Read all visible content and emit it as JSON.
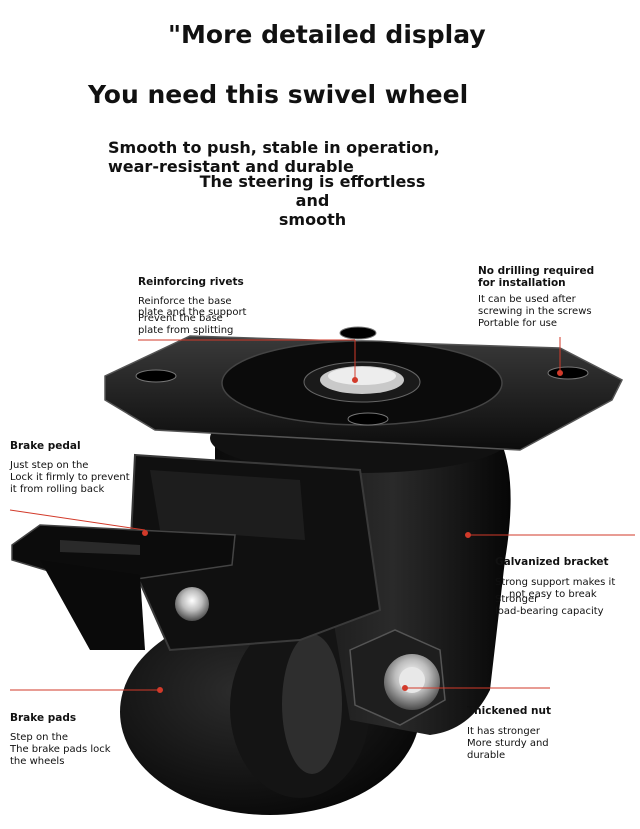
{
  "header": {
    "line1": "\"More detailed display",
    "line2": "You need this swivel wheel",
    "tagline1a": "Smooth to push, stable in operation,",
    "tagline1b": "wear-resistant and durable",
    "tagline2a": "The steering is effortless and",
    "tagline2b": "smooth"
  },
  "callouts": {
    "rivets": {
      "title": "Reinforcing rivets",
      "line1": "Reinforce the base",
      "line2": "plate and the support",
      "line3": "Prevent the base",
      "line4": "plate from splitting"
    },
    "install": {
      "title1": "No drilling required",
      "title2": "for installation",
      "line1": "It can be used after",
      "line2": "screwing in the screws",
      "line3": "Portable for use"
    },
    "pedal": {
      "title": "Brake pedal",
      "line1": "Just step on the",
      "line2": "Lock it firmly to prevent",
      "line3": "it from rolling back"
    },
    "bracket": {
      "title": "Galvanized bracket",
      "line1": "Strong support makes it",
      "line2": "not easy to break",
      "line3": "Stronger",
      "line4": "load-bearing capacity"
    },
    "pads": {
      "title": "Brake pads",
      "line1": "Step on the",
      "line2": "The brake pads lock",
      "line3": "the wheels"
    },
    "nut": {
      "title": "Thickened nut",
      "line1": "It has stronger",
      "line2": "More sturdy and",
      "line3": "durable"
    }
  },
  "colors": {
    "accent": "#d23a2a",
    "metal": "#161616",
    "highlight": "#8a8a8a"
  }
}
